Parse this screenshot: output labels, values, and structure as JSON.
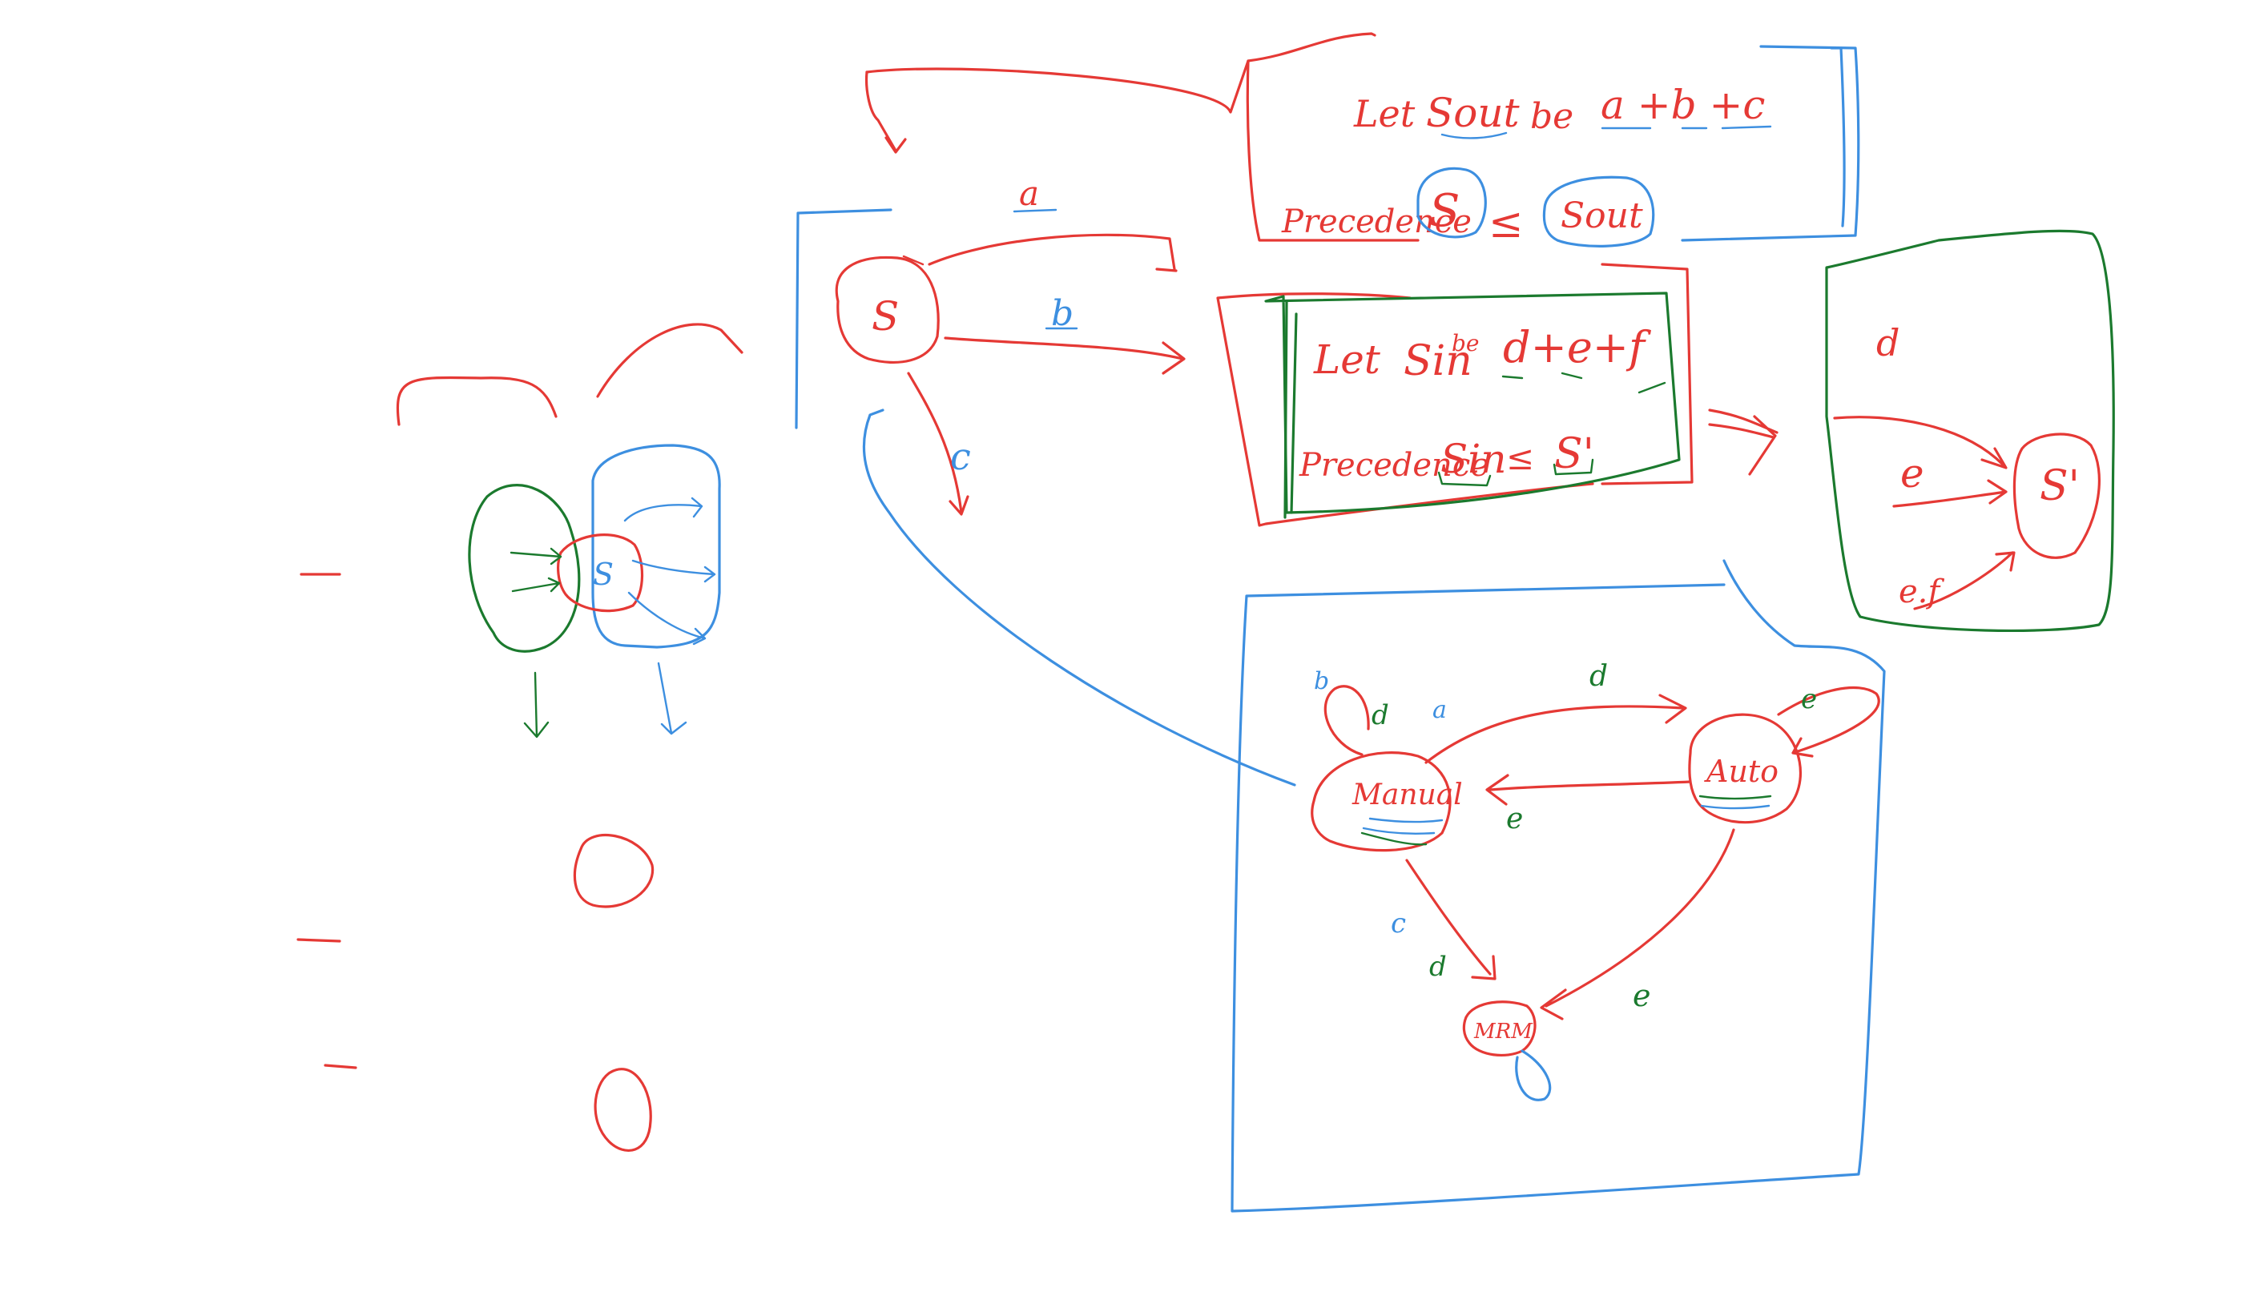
{
  "whiteboard": {
    "top_box": {
      "line1_prefix": "Let",
      "line1_var": "Sout",
      "line1_mid": "be",
      "line1_expr": "a +b +c",
      "line2_prefix": "Precedence",
      "line2_left": "S",
      "line2_op": "≤",
      "line2_right": "Sout"
    },
    "state_s": {
      "label": "S",
      "edge_a": "a",
      "edge_b": "b",
      "edge_c": "c"
    },
    "middle_box": {
      "line1_prefix": "Let",
      "line1_var": "Sin",
      "line1_mid": "be",
      "line1_expr": "d+e+f",
      "line2_prefix": "Precedence",
      "line2_left": "Sin",
      "line2_op": "≤",
      "line2_right": "S'"
    },
    "right_box": {
      "label": "S'",
      "edge_d": "d",
      "edge_e": "e",
      "edge_ef": "e.f"
    },
    "small_diagram": {
      "label": "S"
    },
    "state_machine": {
      "manual": "Manual",
      "auto": "Auto",
      "mrm": "MRM",
      "edge_b": "b",
      "edge_d_self": "d",
      "edge_a": "a",
      "edge_d_top": "d",
      "edge_e_self": "e",
      "edge_e_back": "e",
      "edge_c": "c",
      "edge_d_down": "d",
      "edge_e_down": "e"
    },
    "colors": {
      "red": "#e53935",
      "green": "#1b7a2e",
      "blue": "#3d8fe0"
    }
  }
}
